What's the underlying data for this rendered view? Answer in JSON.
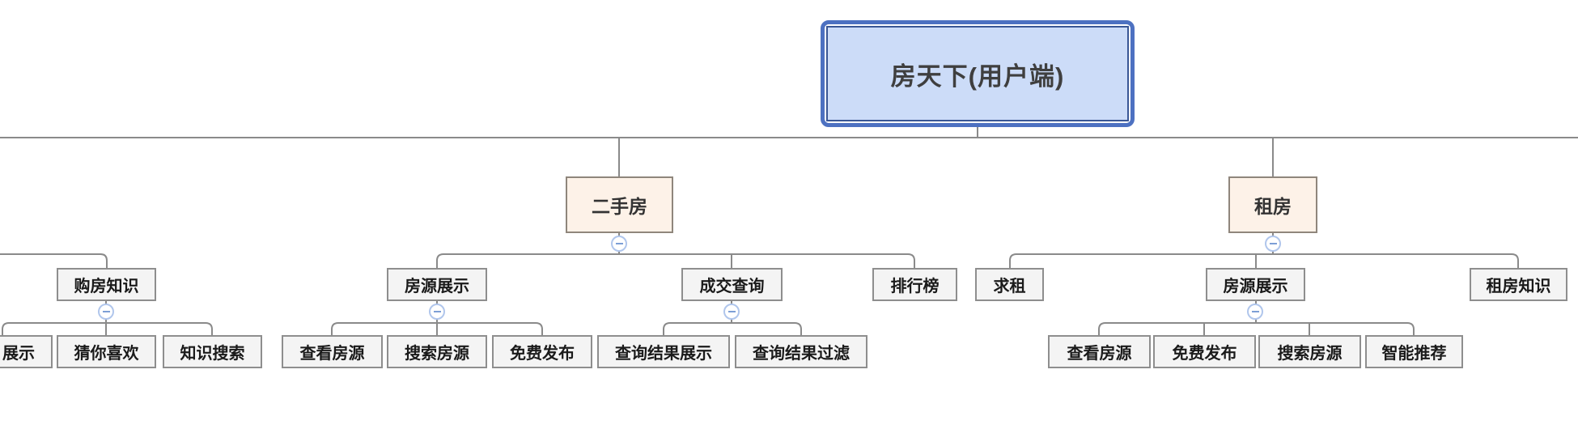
{
  "mindmap": {
    "root": {
      "id": "root",
      "label": "房天下(用户端)"
    },
    "level2": [
      {
        "id": "ershoufang",
        "label": "二手房",
        "collapse_icon": true
      },
      {
        "id": "zufang",
        "label": "租房",
        "collapse_icon": true
      }
    ],
    "level3": [
      {
        "id": "goufang-zhishi",
        "label": "购房知识",
        "collapse_icon": true
      },
      {
        "id": "fangyuan-zhanshi-esf",
        "label": "房源展示",
        "collapse_icon": true
      },
      {
        "id": "chengjiao-chaxun",
        "label": "成交查询",
        "collapse_icon": true
      },
      {
        "id": "paihangbang",
        "label": "排行榜",
        "collapse_icon": false
      },
      {
        "id": "qiuzu",
        "label": "求租",
        "collapse_icon": false
      },
      {
        "id": "fangyuan-zhanshi-zf",
        "label": "房源展示",
        "collapse_icon": true
      },
      {
        "id": "zufang-zhishi",
        "label": "租房知识",
        "collapse_icon": false
      }
    ],
    "level4": [
      {
        "id": "zhanshi-partial",
        "label": "展示"
      },
      {
        "id": "cainixihuan",
        "label": "猜你喜欢"
      },
      {
        "id": "zhishi-sousuo",
        "label": "知识搜索"
      },
      {
        "id": "chakan-fangyuan-esf",
        "label": "查看房源"
      },
      {
        "id": "sousuo-fangyuan-esf",
        "label": "搜索房源"
      },
      {
        "id": "mianfei-fabu-esf",
        "label": "免费发布"
      },
      {
        "id": "chaxun-jieguo-zhanshi",
        "label": "查询结果展示"
      },
      {
        "id": "chaxun-jieguo-guolv",
        "label": "查询结果过滤"
      },
      {
        "id": "chakan-fangyuan-zf",
        "label": "查看房源"
      },
      {
        "id": "mianfei-fabu-zf",
        "label": "免费发布"
      },
      {
        "id": "sousuo-fangyuan-zf",
        "label": "搜索房源"
      },
      {
        "id": "zhineng-tuijian",
        "label": "智能推荐"
      }
    ],
    "colors": {
      "root_fill": "#ccdcf8",
      "root_border_outer": "#4d71c1",
      "root_border_inner": "#3a5795",
      "branch_fill": "#fdf2e8",
      "branch_border": "#8f867c",
      "node_fill": "#f4f4f4",
      "node_border": "#8e8e8e",
      "connector": "#8a8a8a",
      "collapse_icon_border": "#b0c6ec",
      "collapse_icon_minus": "#7d9fd6",
      "text": "#1a1a1a"
    }
  }
}
